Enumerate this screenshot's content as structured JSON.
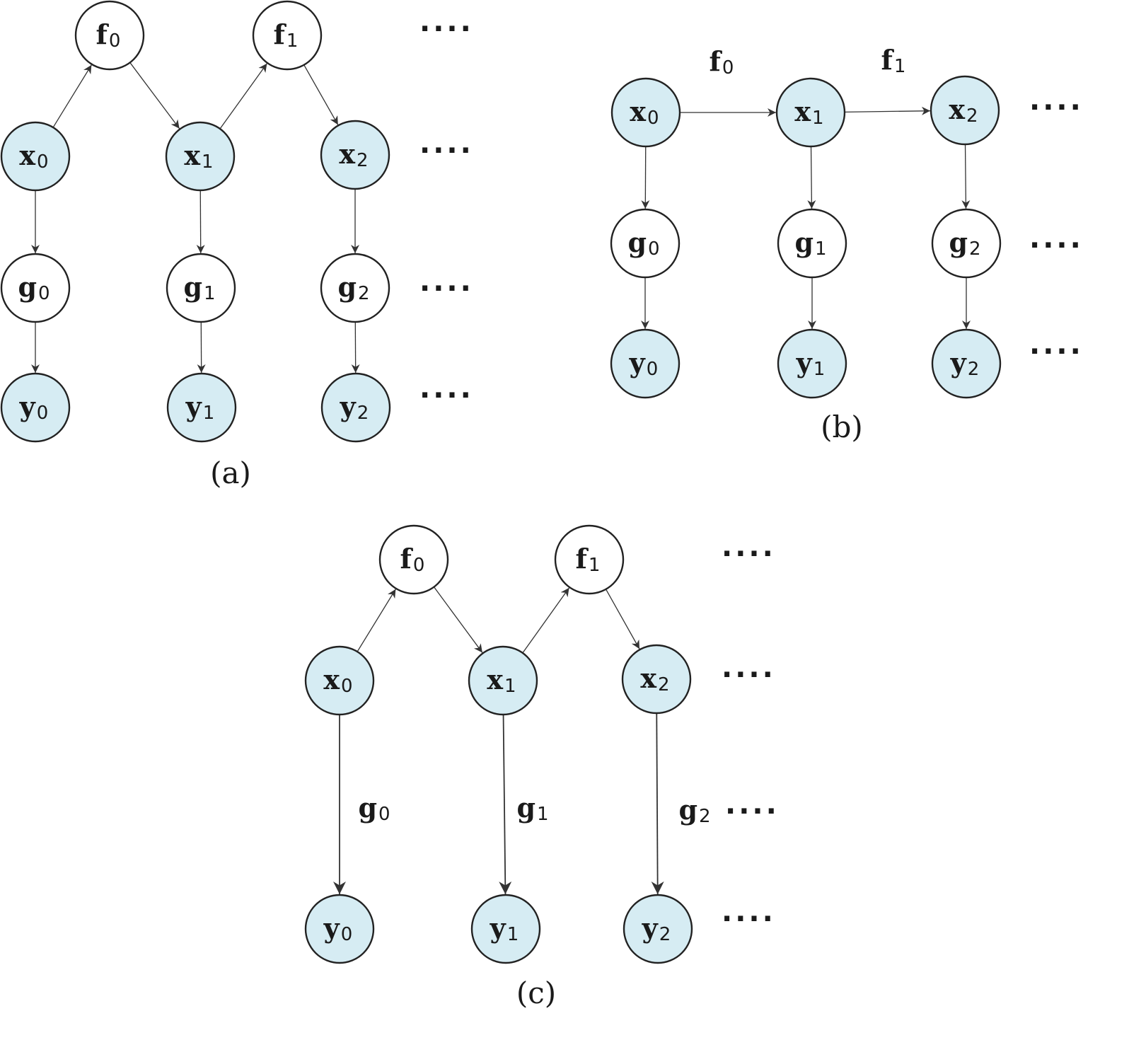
{
  "colors": {
    "observed_fill": "#d6ecf3",
    "latent_fill": "#ffffff",
    "stroke": "#222222"
  },
  "continuation": "....",
  "panels": [
    {
      "id": "a",
      "caption": "(a)",
      "nodes": [
        {
          "id": "f0",
          "main": "f",
          "sub": "0",
          "observed": false
        },
        {
          "id": "f1",
          "main": "f",
          "sub": "1",
          "observed": false
        },
        {
          "id": "x0",
          "main": "x",
          "sub": "0",
          "observed": true
        },
        {
          "id": "x1",
          "main": "x",
          "sub": "1",
          "observed": true
        },
        {
          "id": "x2",
          "main": "x",
          "sub": "2",
          "observed": true
        },
        {
          "id": "g0",
          "main": "g",
          "sub": "0",
          "observed": false
        },
        {
          "id": "g1",
          "main": "g",
          "sub": "1",
          "observed": false
        },
        {
          "id": "g2",
          "main": "g",
          "sub": "2",
          "observed": false
        },
        {
          "id": "y0",
          "main": "y",
          "sub": "0",
          "observed": true
        },
        {
          "id": "y1",
          "main": "y",
          "sub": "1",
          "observed": true
        },
        {
          "id": "y2",
          "main": "y",
          "sub": "2",
          "observed": true
        }
      ],
      "edges": [
        [
          "x0",
          "f0"
        ],
        [
          "f0",
          "x1"
        ],
        [
          "x1",
          "f1"
        ],
        [
          "f1",
          "x2"
        ],
        [
          "x0",
          "g0"
        ],
        [
          "x1",
          "g1"
        ],
        [
          "x2",
          "g2"
        ],
        [
          "g0",
          "y0"
        ],
        [
          "g1",
          "y1"
        ],
        [
          "g2",
          "y2"
        ]
      ],
      "edge_labels": []
    },
    {
      "id": "b",
      "caption": "(b)",
      "nodes": [
        {
          "id": "x0",
          "main": "x",
          "sub": "0",
          "observed": true
        },
        {
          "id": "x1",
          "main": "x",
          "sub": "1",
          "observed": true
        },
        {
          "id": "x2",
          "main": "x",
          "sub": "2",
          "observed": true
        },
        {
          "id": "g0",
          "main": "g",
          "sub": "0",
          "observed": false
        },
        {
          "id": "g1",
          "main": "g",
          "sub": "1",
          "observed": false
        },
        {
          "id": "g2",
          "main": "g",
          "sub": "2",
          "observed": false
        },
        {
          "id": "y0",
          "main": "y",
          "sub": "0",
          "observed": true
        },
        {
          "id": "y1",
          "main": "y",
          "sub": "1",
          "observed": true
        },
        {
          "id": "y2",
          "main": "y",
          "sub": "2",
          "observed": true
        }
      ],
      "edges": [
        [
          "x0",
          "x1"
        ],
        [
          "x1",
          "x2"
        ],
        [
          "x0",
          "g0"
        ],
        [
          "x1",
          "g1"
        ],
        [
          "x2",
          "g2"
        ],
        [
          "g0",
          "y0"
        ],
        [
          "g1",
          "y1"
        ],
        [
          "g2",
          "y2"
        ]
      ],
      "edge_labels": [
        {
          "id": "f0",
          "main": "f",
          "sub": "0"
        },
        {
          "id": "f1",
          "main": "f",
          "sub": "1"
        }
      ]
    },
    {
      "id": "c",
      "caption": "(c)",
      "nodes": [
        {
          "id": "f0",
          "main": "f",
          "sub": "0",
          "observed": false
        },
        {
          "id": "f1",
          "main": "f",
          "sub": "1",
          "observed": false
        },
        {
          "id": "x0",
          "main": "x",
          "sub": "0",
          "observed": true
        },
        {
          "id": "x1",
          "main": "x",
          "sub": "1",
          "observed": true
        },
        {
          "id": "x2",
          "main": "x",
          "sub": "2",
          "observed": true
        },
        {
          "id": "y0",
          "main": "y",
          "sub": "0",
          "observed": true
        },
        {
          "id": "y1",
          "main": "y",
          "sub": "1",
          "observed": true
        },
        {
          "id": "y2",
          "main": "y",
          "sub": "2",
          "observed": true
        }
      ],
      "edges": [
        [
          "x0",
          "f0"
        ],
        [
          "f0",
          "x1"
        ],
        [
          "x1",
          "f1"
        ],
        [
          "f1",
          "x2"
        ],
        [
          "x0",
          "y0"
        ],
        [
          "x1",
          "y1"
        ],
        [
          "x2",
          "y2"
        ]
      ],
      "edge_labels": [
        {
          "id": "g0",
          "main": "g",
          "sub": "0"
        },
        {
          "id": "g1",
          "main": "g",
          "sub": "1"
        },
        {
          "id": "g2",
          "main": "g",
          "sub": "2"
        }
      ]
    }
  ]
}
